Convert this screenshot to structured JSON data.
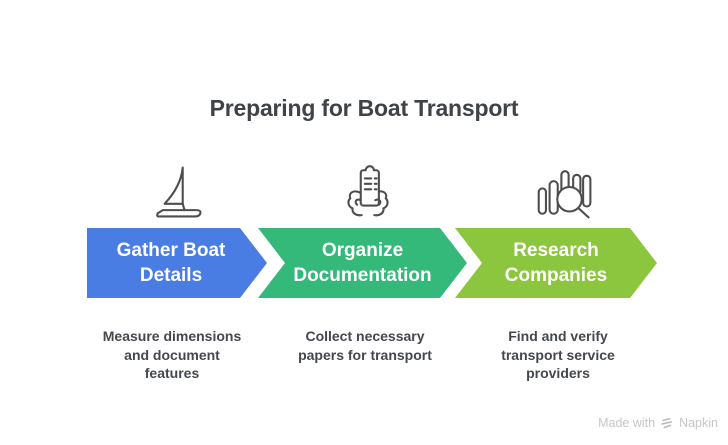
{
  "title": "Preparing for Boat Transport",
  "steps": [
    {
      "label": "Gather Boat\nDetails",
      "description": "Measure dimensions\nand document\nfeatures",
      "icon": "sailboat-icon",
      "color": "#4A7DE3"
    },
    {
      "label": "Organize\nDocumentation",
      "description": "Collect necessary\npapers for transport",
      "icon": "hands-holding-clipboard-icon",
      "color": "#35B97A"
    },
    {
      "label": "Research\nCompanies",
      "description": "Find and verify\ntransport service\nproviders",
      "icon": "bar-chart-magnifier-icon",
      "color": "#8CC63E"
    }
  ],
  "watermark": {
    "prefix": "Made with",
    "brand": "Napkin"
  },
  "text_colors": {
    "title": "#3F4347",
    "description": "#44484E",
    "arrow_label": "#FFFFFF",
    "watermark": "#C6C6C6",
    "icon_stroke": "#4D4D4D"
  }
}
